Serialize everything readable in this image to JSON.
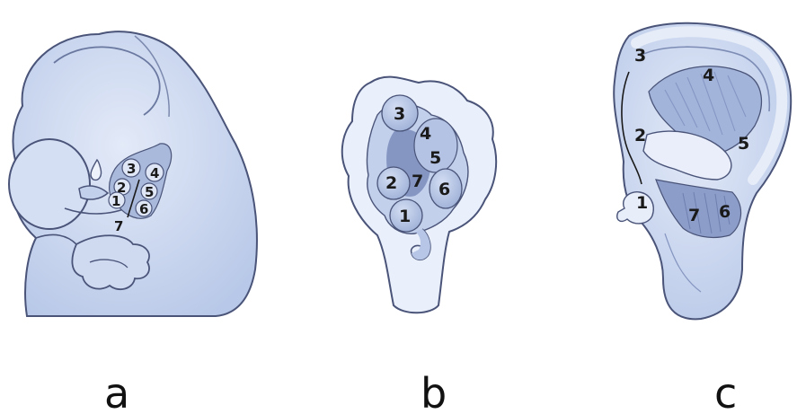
{
  "panels": [
    {
      "letter": "a",
      "labels": [
        "1",
        "2",
        "3",
        "4",
        "5",
        "6",
        "7"
      ]
    },
    {
      "letter": "b",
      "labels": [
        "1",
        "2",
        "3",
        "4",
        "5",
        "6",
        "7"
      ]
    },
    {
      "letter": "c",
      "labels": [
        "1",
        "2",
        "3",
        "4",
        "5",
        "6",
        "7"
      ]
    }
  ],
  "colors": {
    "skin": "#c9d6ee",
    "skin_light": "#dde6f6",
    "skin_dark": "#9fb1d8",
    "outline": "#4a5479",
    "ink": "#1a1a1a"
  }
}
